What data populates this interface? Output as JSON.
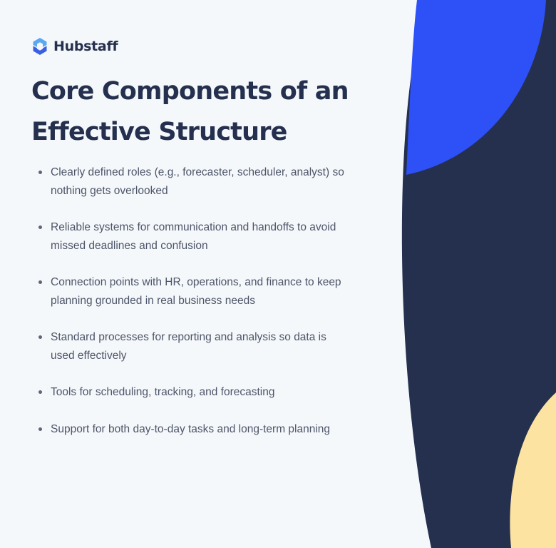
{
  "brand": {
    "name": "Hubstaff",
    "logo_icon": "hubstaff-logo-icon",
    "colors": {
      "background": "#f5f8fb",
      "navy": "#25304f",
      "blue": "#2e50f7",
      "yellow": "#fde3a2",
      "logo_dark": "#3a5fe0",
      "logo_light": "#5aa7f2",
      "body_text": "#4d5568"
    }
  },
  "heading": {
    "line1": "Core Components of an",
    "line2": "Effective Structure"
  },
  "bullets": [
    "Clearly defined roles (e.g., forecaster, scheduler, analyst) so nothing gets overlooked",
    "Reliable systems for communication and handoffs to avoid missed deadlines and confusion",
    "Connection points with HR, operations, and finance to keep planning grounded in real business needs",
    "Standard processes for reporting and analysis so data is used effectively",
    "Tools for scheduling, tracking, and forecasting",
    "Support for both day-to-day tasks and long-term planning"
  ]
}
